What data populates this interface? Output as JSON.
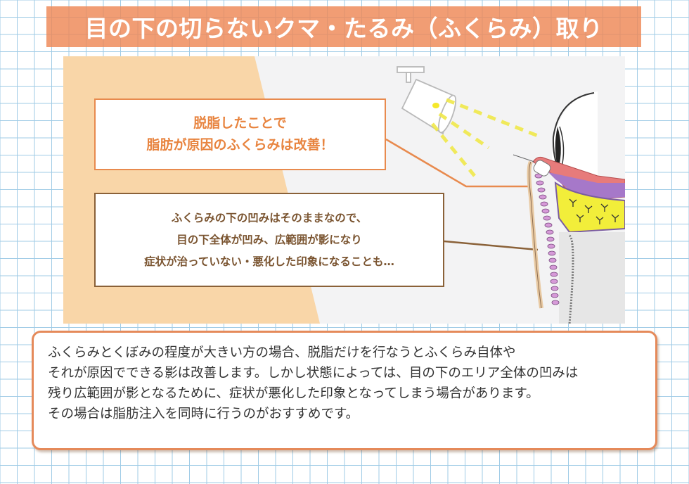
{
  "title": "目の下の切らないクマ・たるみ（ふくらみ）取り",
  "figure": {
    "callout_1": {
      "lines": [
        "脱脂したことで",
        "脂肪が原因のふくらみは改善！"
      ],
      "color": "#e8843f"
    },
    "callout_2": {
      "lines": [
        "ふくらみの下の凹みはそのままなので、",
        "目の下全体が凹み、広範囲が影になり",
        "症状が治っていない・悪化した印象になることも…"
      ],
      "color": "#7a5430"
    },
    "illustration": {
      "lamp": "spotlight-lamp",
      "light_rays_color": "#f0e84a",
      "eye": "eye-cross-section",
      "fat_pad_color": "#f2ee3a",
      "muscle_color": "#d69ad8",
      "peach_panel_color": "#f9d6a8",
      "background_color": "#f3f3f4"
    }
  },
  "description": {
    "lines": [
      "ふくらみとくぼみの程度が大きい方の場合、脱脂だけを行なうとふくらみ自体や",
      "それが原因でできる影は改善します。しかし状態によっては、目の下のエリア全体の凹みは",
      "残り広範囲が影となるために、症状が悪化した印象となってしまう場合があります。",
      "その場合は脂肪注入を同時に行うのがおすすめです。"
    ]
  },
  "colors": {
    "title_bar": "#ef8f5f",
    "grid_line": "#9fcbe6",
    "text_box_border": "#e58a5a"
  }
}
